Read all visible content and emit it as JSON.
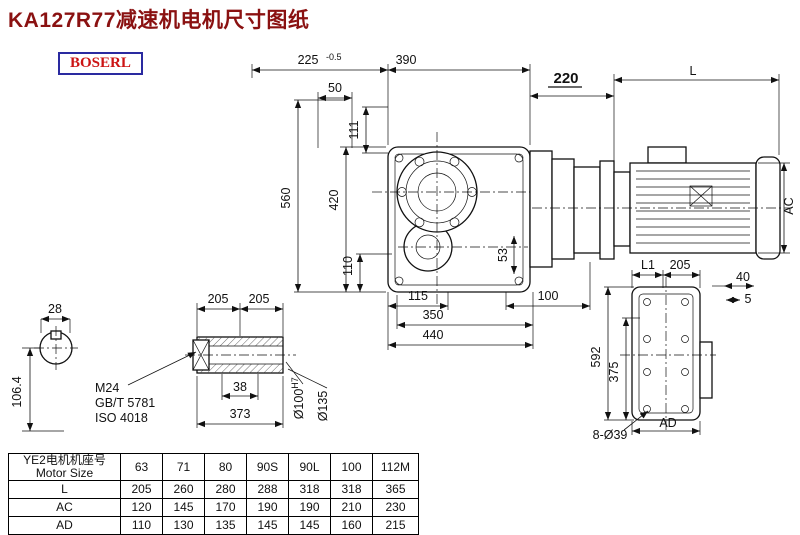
{
  "page": {
    "title": "KA127R77减速机电机尺寸图纸",
    "logo": "BOSERL"
  },
  "dims": {
    "d225": "225",
    "d225_tol": "-0.5",
    "d390": "390",
    "d220": "220",
    "dL": "L",
    "d50": "50",
    "d111": "111",
    "d560": "560",
    "d420": "420",
    "d110": "110",
    "dAC": "AC",
    "d53": "53",
    "d115": "115",
    "d100": "100",
    "d350": "350",
    "d440": "440",
    "d28": "28",
    "d106_4": "106.4",
    "d205a": "205",
    "d205b": "205",
    "d38": "38",
    "d373": "373",
    "m24": "M24",
    "gbt5781": "GB/T 5781",
    "iso4018": "ISO 4018",
    "d100h7": "Ø100",
    "d100h7_sup": "H7",
    "d135": "Ø135",
    "dL1": "L1",
    "d205c": "205",
    "d40": "40",
    "d5": "5",
    "d592": "592",
    "d375": "375",
    "dAD": "AD",
    "d8_39": "8-Ø39"
  },
  "table": {
    "header_cn": "YE2电机机座号",
    "header_en": "Motor Size",
    "sizes": [
      "63",
      "71",
      "80",
      "90S",
      "90L",
      "100",
      "112M"
    ],
    "rows": [
      {
        "label": "L",
        "values": [
          "205",
          "260",
          "280",
          "288",
          "318",
          "318",
          "365"
        ]
      },
      {
        "label": "AC",
        "values": [
          "120",
          "145",
          "170",
          "190",
          "190",
          "210",
          "230"
        ]
      },
      {
        "label": "AD",
        "values": [
          "110",
          "130",
          "135",
          "145",
          "145",
          "160",
          "215"
        ]
      }
    ]
  }
}
